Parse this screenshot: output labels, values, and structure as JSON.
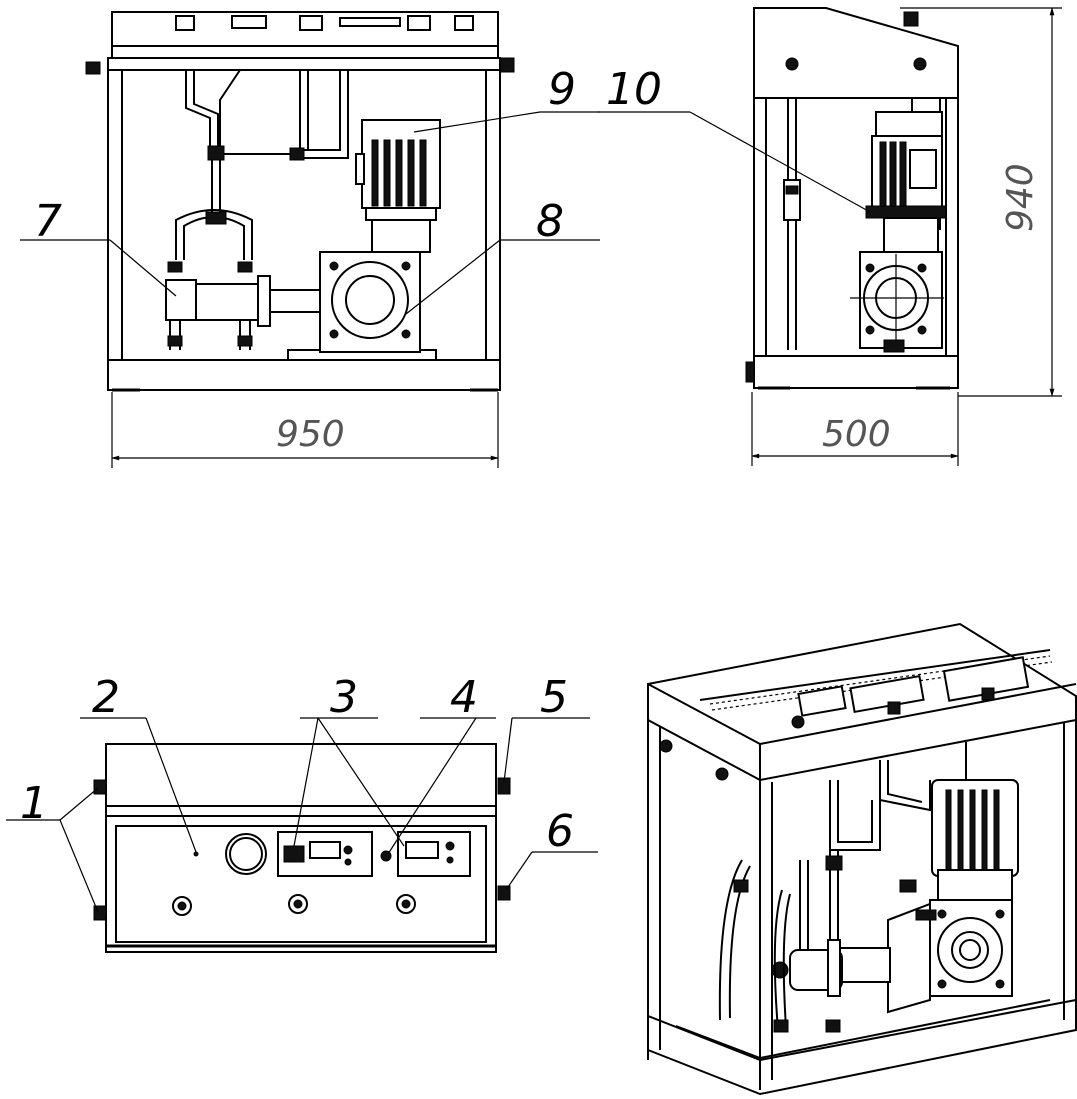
{
  "callouts": {
    "c1": "1",
    "c2": "2",
    "c3": "3",
    "c4": "4",
    "c5": "5",
    "c6": "6",
    "c7": "7",
    "c8": "8",
    "c9": "9",
    "c10": "10"
  },
  "dimensions": {
    "front_width": "950",
    "side_width": "500",
    "side_height": "940"
  },
  "colors": {
    "line": "#000000",
    "dimension_text": "#555555",
    "background": "#ffffff"
  }
}
